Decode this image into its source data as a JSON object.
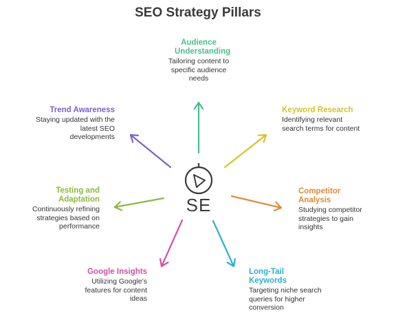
{
  "title": "SEO Strategy Pillars",
  "center": {
    "label": "SE",
    "icon": "compass-icon"
  },
  "nodes": [
    {
      "id": "audience",
      "head": "Audience Understanding",
      "desc": "Tailoring content to specific audience needs",
      "color": "#4bbd8a"
    },
    {
      "id": "keyword",
      "head": "Keyword Research",
      "desc": "Identifying relevant search terms for content",
      "color": "#d6c521"
    },
    {
      "id": "competitor",
      "head": "Competitor Analysis",
      "desc": "Studying competitor strategies to gain insights",
      "color": "#dd8b37"
    },
    {
      "id": "longtail",
      "head": "Long-Tail Keywords",
      "desc": "Targeting niche search queries for higher conversion",
      "color": "#2ab0cf"
    },
    {
      "id": "google",
      "head": "Google Insights",
      "desc": "Utilizing Google's features for content ideas",
      "color": "#d14fa6"
    },
    {
      "id": "testing",
      "head": "Testing and Adaptation",
      "desc": "Continuously refining strategies based on performance",
      "color": "#8db83c"
    },
    {
      "id": "trend",
      "head": "Trend Awareness",
      "desc": "Staying updated with the latest SEO developments",
      "color": "#7a62c9"
    }
  ]
}
